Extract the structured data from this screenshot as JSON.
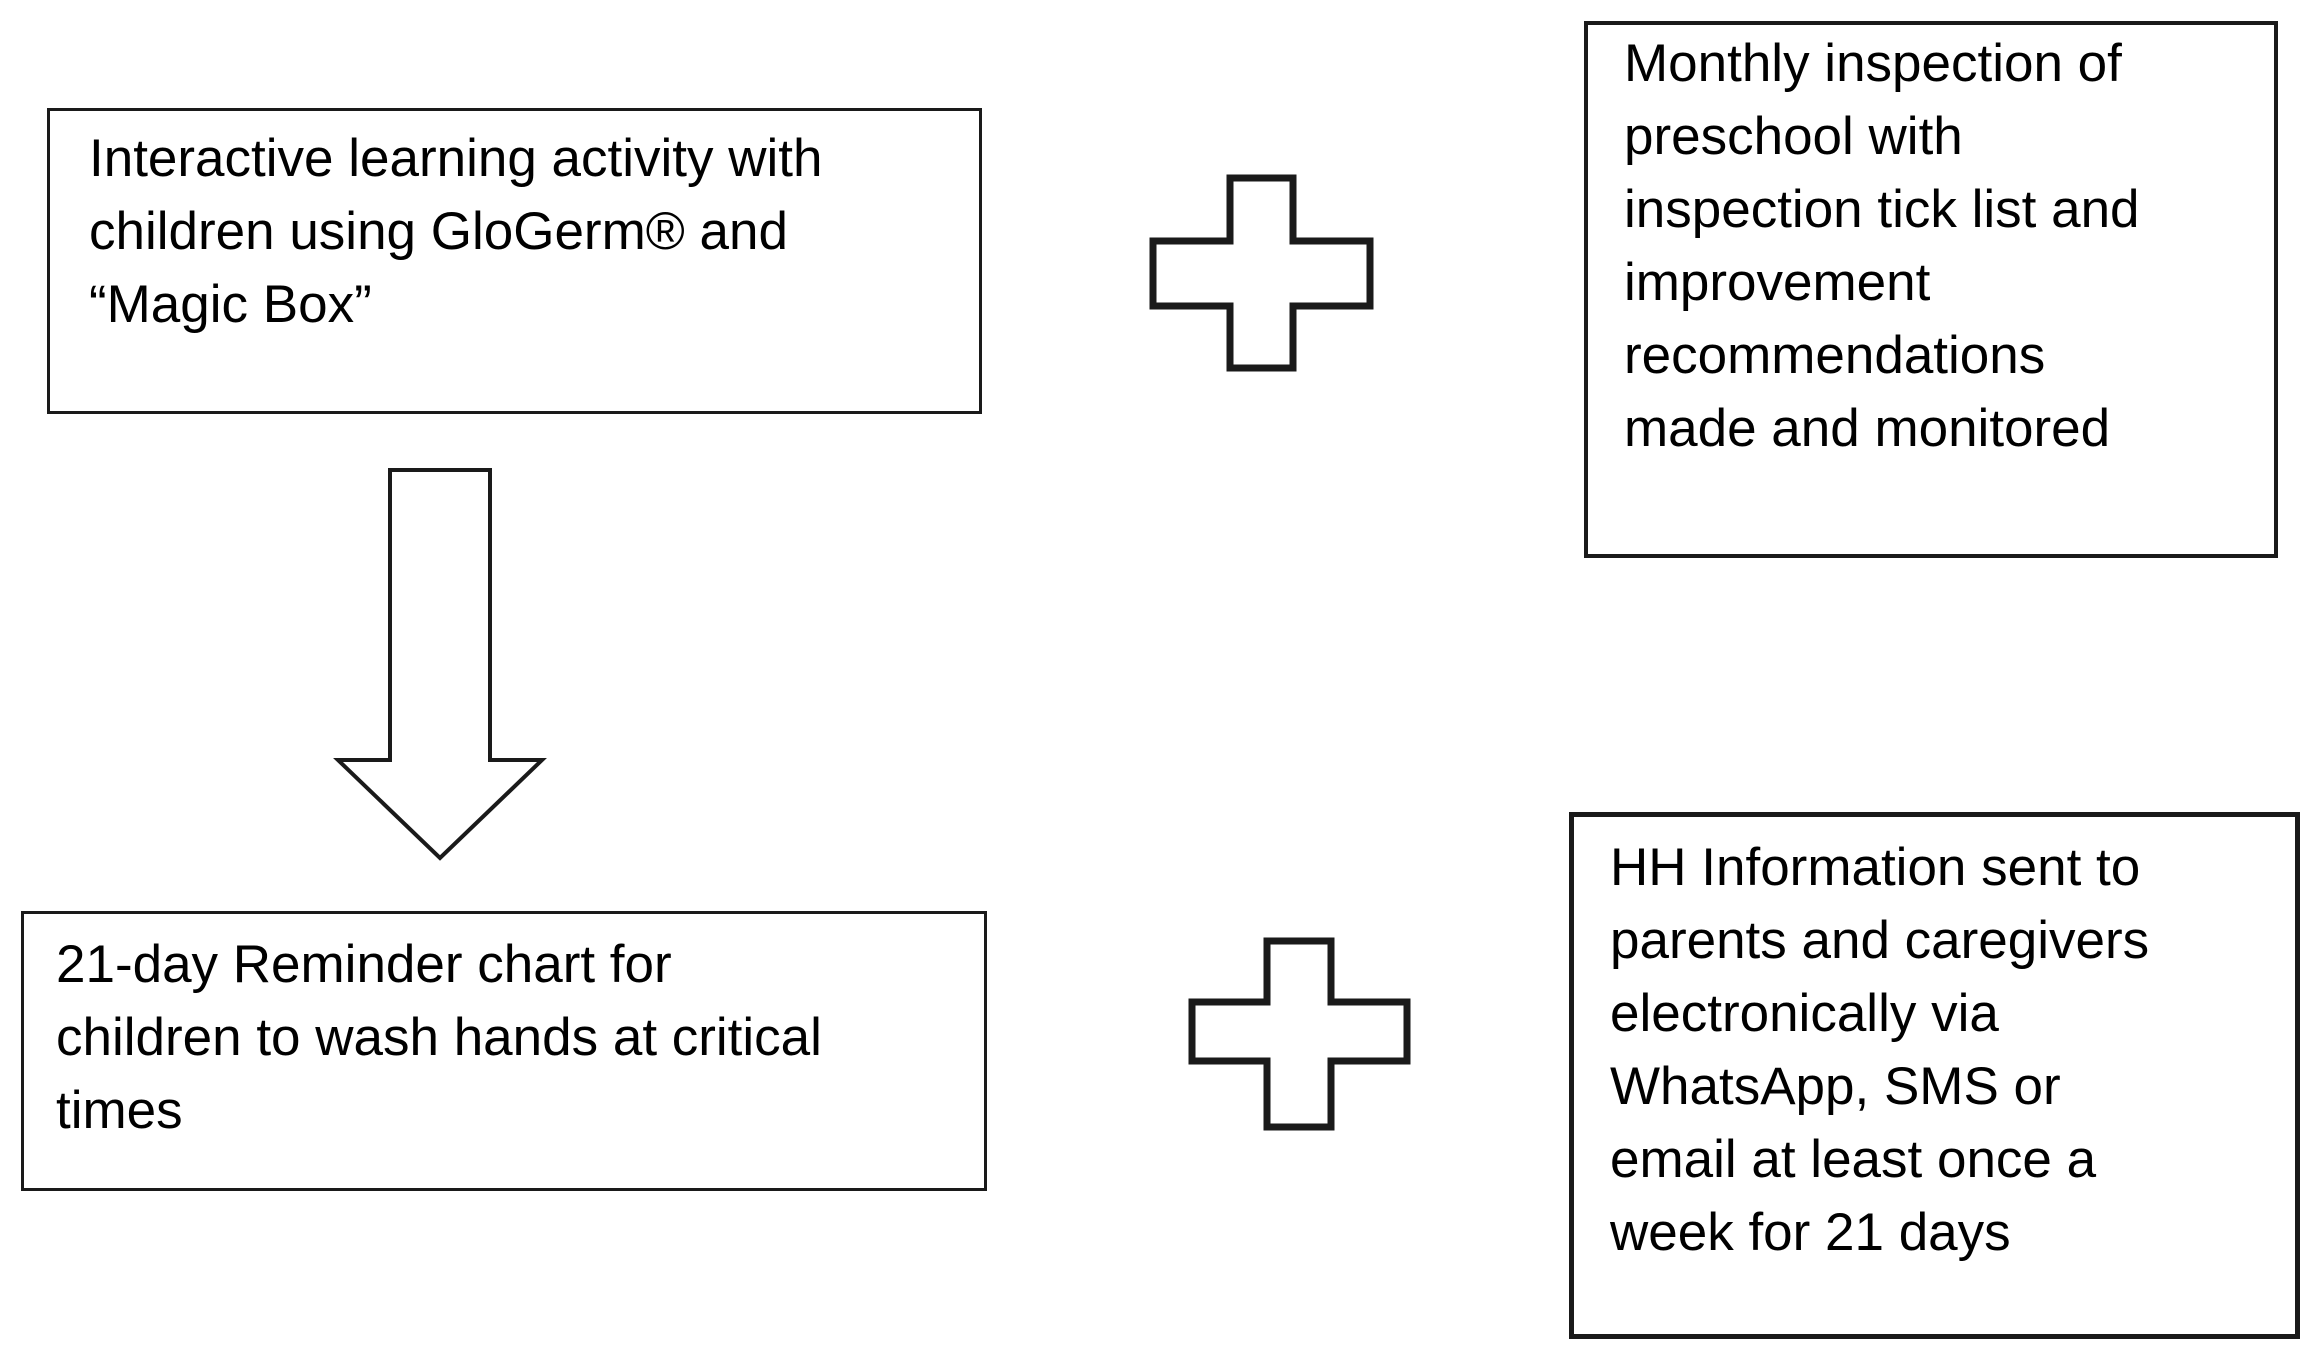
{
  "diagram": {
    "colors": {
      "background": "#ffffff",
      "line": "#1a1a1a",
      "text": "#000000"
    },
    "boxes": {
      "activity": {
        "lines": [
          "Interactive learning activity with",
          "children using GloGerm® and",
          "“Magic Box”"
        ]
      },
      "inspection": {
        "lines": [
          "Monthly inspection of",
          "preschool with",
          "inspection tick list and",
          "improvement",
          "recommendations",
          "made and monitored"
        ]
      },
      "reminder": {
        "lines": [
          "21-day Reminder chart for",
          "children to wash hands at critical",
          "times"
        ]
      },
      "hh_information": {
        "lines": [
          "HH Information sent to",
          "parents and caregivers",
          "electronically via",
          "WhatsApp, SMS or",
          "email at least once a",
          "week for 21 days"
        ]
      }
    },
    "icons": {
      "plus_top": "plus-icon",
      "plus_bottom": "plus-icon",
      "arrow": "down-arrow-icon"
    }
  }
}
